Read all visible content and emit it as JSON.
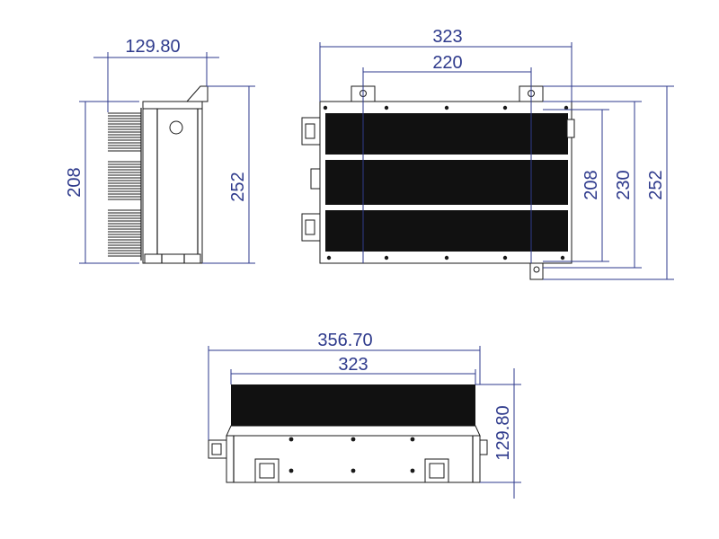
{
  "side_view": {
    "dim_width": "129.80",
    "dim_inner_height": "208",
    "dim_total_height": "252"
  },
  "front_view": {
    "dim_total_width": "323",
    "dim_hole_spacing": "220",
    "dim_height_208": "208",
    "dim_height_230": "230",
    "dim_height_252": "252"
  },
  "bottom_view": {
    "dim_total_width": "356.70",
    "dim_body_width": "323",
    "dim_depth": "129.80"
  },
  "colors": {
    "dimension_line": "#2e3a8c",
    "outline": "#1a1a1a",
    "fill_dark": "#111111"
  }
}
